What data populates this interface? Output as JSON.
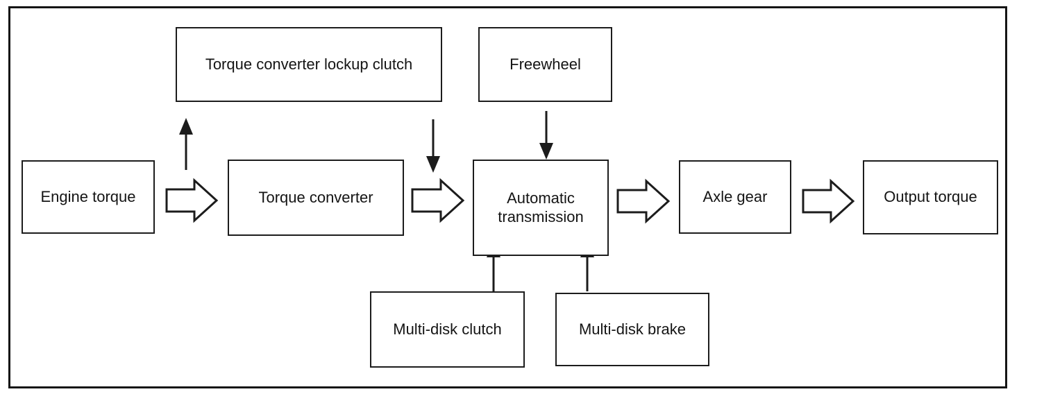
{
  "diagram": {
    "nodes": {
      "lockup_clutch": {
        "label": "Torque converter lockup clutch"
      },
      "freewheel": {
        "label": "Freewheel"
      },
      "engine_torque": {
        "label": "Engine torque"
      },
      "torque_converter": {
        "label": "Torque converter"
      },
      "automatic_transmission": {
        "label": "Automatic transmission"
      },
      "axle_gear": {
        "label": "Axle gear"
      },
      "output_torque": {
        "label": "Output torque"
      },
      "multi_disk_clutch": {
        "label": "Multi-disk clutch"
      },
      "multi_disk_brake": {
        "label": "Multi-disk brake"
      }
    },
    "edges": [
      {
        "from": "engine_torque",
        "to": "lockup_clutch",
        "type": "thin-arrow",
        "direction": "up"
      },
      {
        "from": "engine_torque",
        "to": "torque_converter",
        "type": "block-arrow",
        "direction": "right"
      },
      {
        "from": "lockup_clutch",
        "to": "automatic_transmission",
        "type": "thin-arrow",
        "direction": "down"
      },
      {
        "from": "torque_converter",
        "to": "automatic_transmission",
        "type": "block-arrow",
        "direction": "right"
      },
      {
        "from": "freewheel",
        "to": "automatic_transmission",
        "type": "thin-arrow",
        "direction": "down"
      },
      {
        "from": "automatic_transmission",
        "to": "axle_gear",
        "type": "block-arrow",
        "direction": "right"
      },
      {
        "from": "axle_gear",
        "to": "output_torque",
        "type": "block-arrow",
        "direction": "right"
      },
      {
        "from": "multi_disk_clutch",
        "to": "automatic_transmission",
        "type": "thin-arrow",
        "direction": "up"
      },
      {
        "from": "multi_disk_brake",
        "to": "automatic_transmission",
        "type": "thin-arrow",
        "direction": "up"
      }
    ],
    "colors": {
      "line": "#1c1c1c",
      "background": "#ffffff",
      "text": "#141414"
    }
  }
}
